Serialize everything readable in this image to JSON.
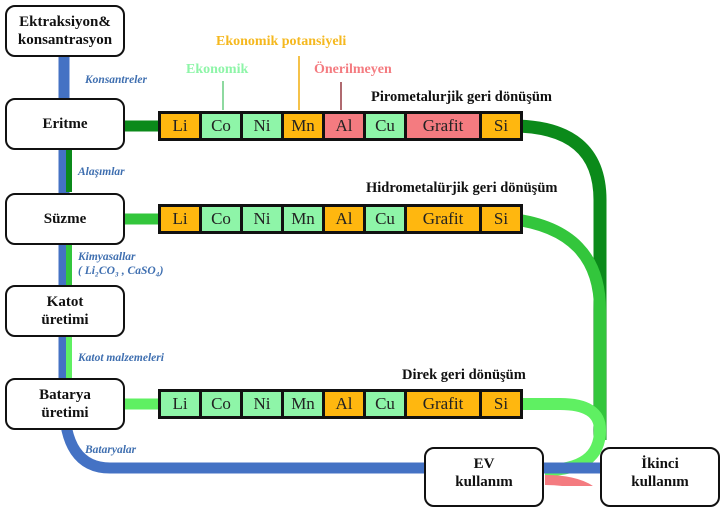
{
  "colors": {
    "economic": "#8ef5a8",
    "potential": "#ffb70f",
    "not_recommended": "#f47b80",
    "flow_blue": "#4472c4",
    "pyro_green": "#0b8a1a",
    "hydro_green": "#33c63c",
    "direct_green": "#5ff062",
    "label_blue": "#3f6fb0"
  },
  "legend": {
    "economic": "Ekonomik",
    "potential": "Ekonomik potansiyeli",
    "not_recommended": "Önerilmeyen"
  },
  "process_boxes": [
    {
      "id": "extraction",
      "label": "Ektraksiyon& konsantrasyon"
    },
    {
      "id": "smelting",
      "label": "Eritme"
    },
    {
      "id": "leaching",
      "label": "Süzme"
    },
    {
      "id": "cathode",
      "label": "Katot üretimi"
    },
    {
      "id": "battery",
      "label": "Batarya üretimi"
    },
    {
      "id": "ev",
      "label": "EV kullanım"
    },
    {
      "id": "second",
      "label": "İkinci kullanım"
    }
  ],
  "flow_labels": {
    "concentrates": "Konsantreler",
    "alloys": "Alaşımlar",
    "chemicals": "Kimyasallar",
    "chemicals_formula": "( Li₂CO₃ , CaSO₄)",
    "cathode_materials": "Katot malzemeleri",
    "batteries": "Bataryalar"
  },
  "recycling_rows": [
    {
      "title": "Pirometalurjik geri dönüşüm",
      "elements": [
        {
          "symbol": "Li",
          "class": "potential"
        },
        {
          "symbol": "Co",
          "class": "economic"
        },
        {
          "symbol": "Ni",
          "class": "economic"
        },
        {
          "symbol": "Mn",
          "class": "potential"
        },
        {
          "symbol": "Al",
          "class": "not_recommended"
        },
        {
          "symbol": "Cu",
          "class": "economic"
        },
        {
          "symbol": "Grafit",
          "class": "not_recommended"
        },
        {
          "symbol": "Si",
          "class": "potential"
        }
      ]
    },
    {
      "title": "Hidrometalürjik geri dönüşüm",
      "elements": [
        {
          "symbol": "Li",
          "class": "potential"
        },
        {
          "symbol": "Co",
          "class": "economic"
        },
        {
          "symbol": "Ni",
          "class": "economic"
        },
        {
          "symbol": "Mn",
          "class": "economic"
        },
        {
          "symbol": "Al",
          "class": "potential"
        },
        {
          "symbol": "Cu",
          "class": "economic"
        },
        {
          "symbol": "Grafit",
          "class": "potential"
        },
        {
          "symbol": "Si",
          "class": "potential"
        }
      ]
    },
    {
      "title": "Direk geri dönüşüm",
      "elements": [
        {
          "symbol": "Li",
          "class": "economic"
        },
        {
          "symbol": "Co",
          "class": "economic"
        },
        {
          "symbol": "Ni",
          "class": "economic"
        },
        {
          "symbol": "Mn",
          "class": "economic"
        },
        {
          "symbol": "Al",
          "class": "potential"
        },
        {
          "symbol": "Cu",
          "class": "economic"
        },
        {
          "symbol": "Grafit",
          "class": "potential"
        },
        {
          "symbol": "Si",
          "class": "potential"
        }
      ]
    }
  ]
}
